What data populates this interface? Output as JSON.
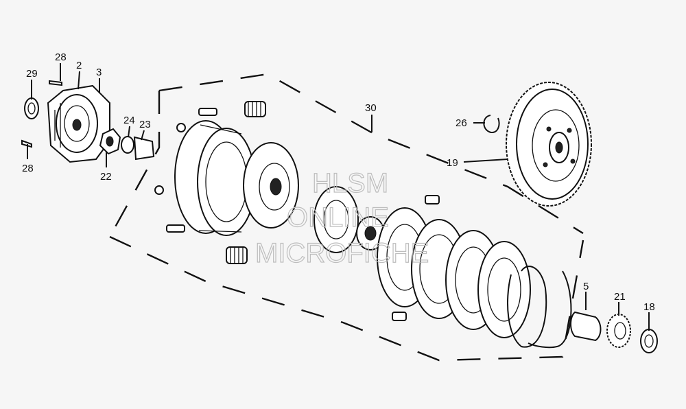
{
  "watermark": {
    "line1": "HLSM",
    "line2": "ONLINE",
    "line3": "MICROFICHE"
  },
  "callouts": {
    "c28a": "28",
    "c2": "2",
    "c3": "3",
    "c29": "29",
    "c28b": "28",
    "c24": "24",
    "c23": "23",
    "c22": "22",
    "c30": "30",
    "c26": "26",
    "c19": "19",
    "c5": "5",
    "c21": "21",
    "c18": "18"
  }
}
